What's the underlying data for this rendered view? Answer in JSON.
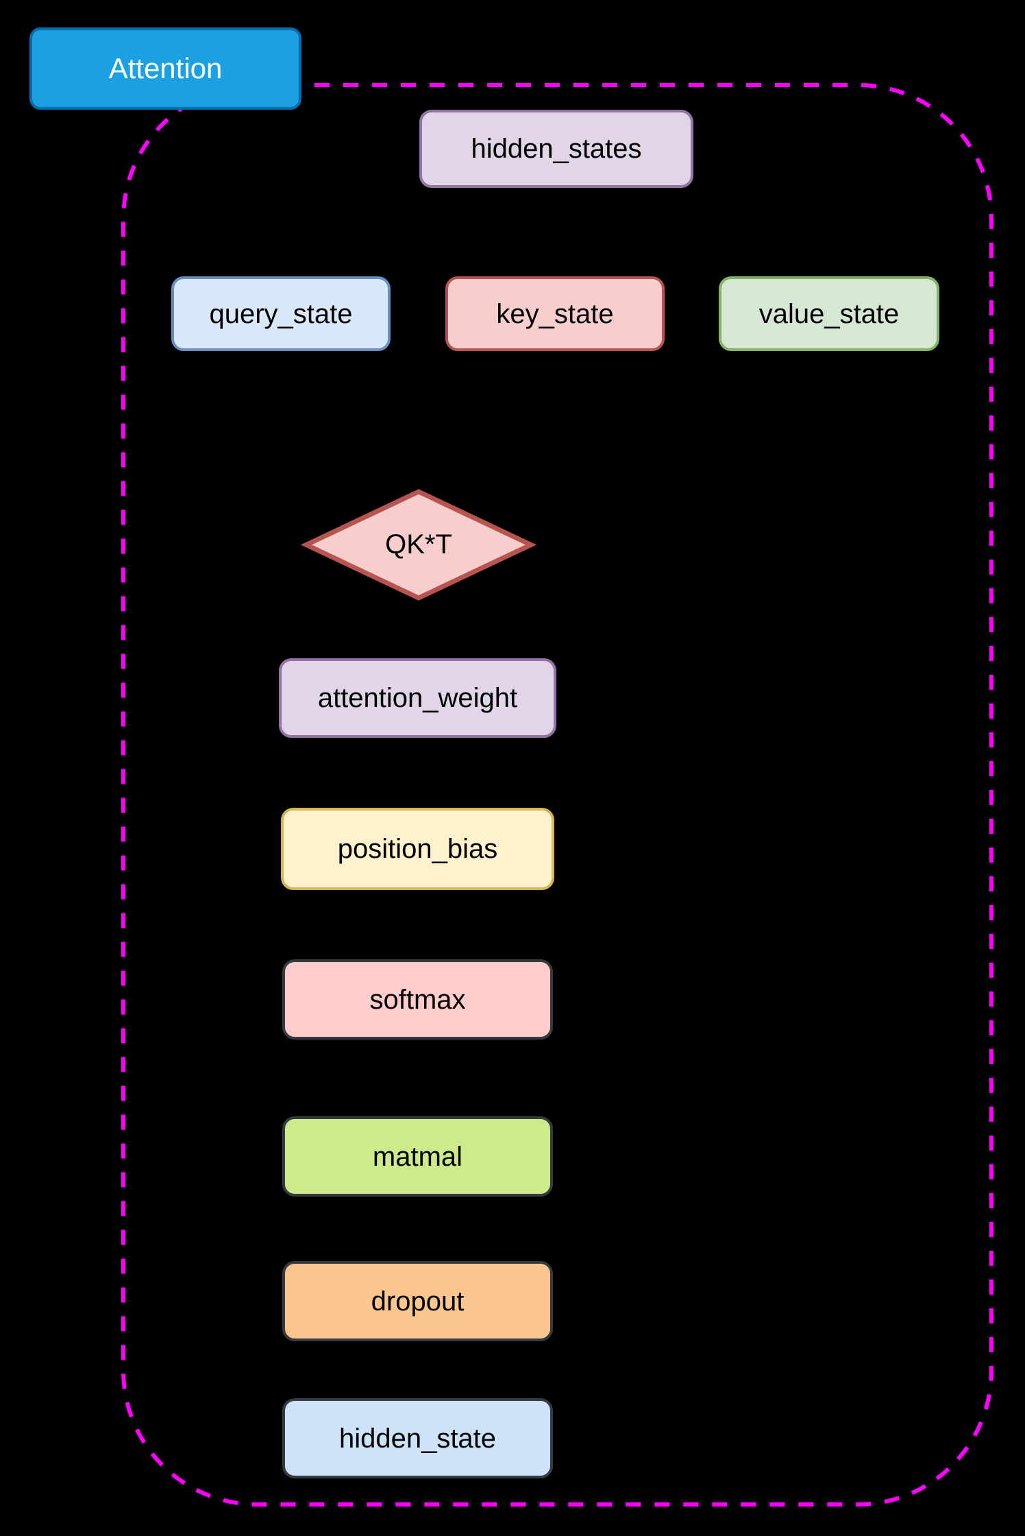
{
  "diagram": {
    "background": "#000000",
    "container": {
      "border_color": "#FF00FF",
      "border_style": "dashed"
    },
    "title_box": {
      "label": "Attention",
      "fill": "#1BA1E2",
      "stroke": "#006EAF",
      "text_color": "#FFFFFF"
    },
    "nodes": [
      {
        "id": "hidden_states",
        "label": "hidden_states",
        "shape": "rounded-rect",
        "fill": "#E1D5E7",
        "stroke": "#9673A6"
      },
      {
        "id": "query_state",
        "label": "query_state",
        "shape": "rounded-rect",
        "fill": "#DAE8FC",
        "stroke": "#6C8EBF"
      },
      {
        "id": "key_state",
        "label": "key_state",
        "shape": "rounded-rect",
        "fill": "#F8CECC",
        "stroke": "#B85450"
      },
      {
        "id": "value_state",
        "label": "value_state",
        "shape": "rounded-rect",
        "fill": "#D5E8D4",
        "stroke": "#82B366"
      },
      {
        "id": "qkt",
        "label": "QK*T",
        "shape": "diamond",
        "fill": "#F8CECC",
        "stroke": "#B85450"
      },
      {
        "id": "attention_weight",
        "label": "attention_weight",
        "shape": "rounded-rect",
        "fill": "#E1D5E7",
        "stroke": "#9673A6"
      },
      {
        "id": "position_bias",
        "label": "position_bias",
        "shape": "rounded-rect",
        "fill": "#FFF2CC",
        "stroke": "#D6B656"
      },
      {
        "id": "softmax",
        "label": "softmax",
        "shape": "rounded-rect",
        "fill": "#FFCCCC",
        "stroke": "#333B40"
      },
      {
        "id": "matmal",
        "label": "matmal",
        "shape": "rounded-rect",
        "fill": "#CDEB8B",
        "stroke": "#333B40"
      },
      {
        "id": "dropout",
        "label": "dropout",
        "shape": "rounded-rect",
        "fill": "#FAC58F",
        "stroke": "#333B40"
      },
      {
        "id": "hidden_state",
        "label": "hidden_state",
        "shape": "rounded-rect",
        "fill": "#CCE3FA",
        "stroke": "#333B40"
      }
    ]
  }
}
